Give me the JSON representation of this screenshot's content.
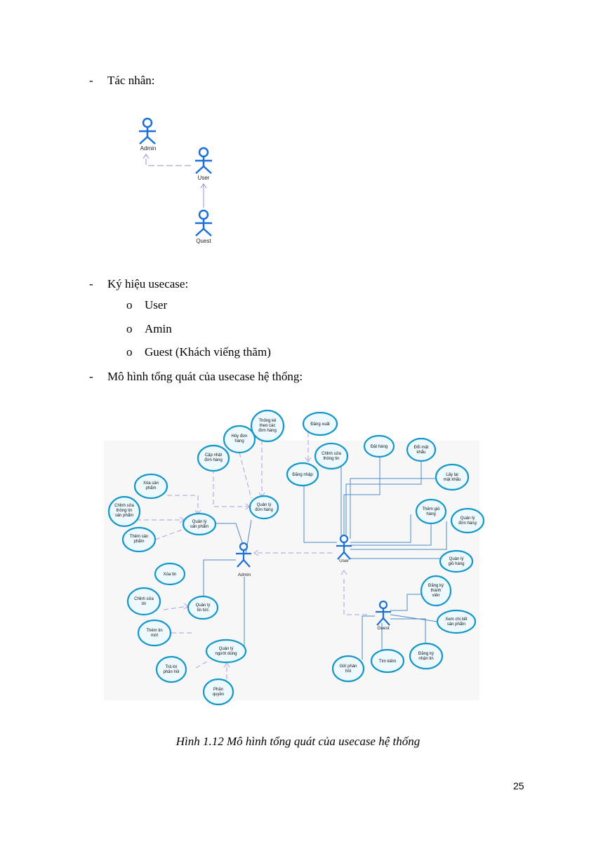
{
  "sections": {
    "actors_heading": "Tác nhân:",
    "usecase_symbols_heading": "Ký hiệu usecase:",
    "usecase_symbols": [
      "User",
      "Amin",
      "Guest (Khách viếng thăm)"
    ],
    "overview_heading": "Mô hình tổng quát của usecase hệ thống:"
  },
  "actors_figure": {
    "admin": "Admin",
    "user": "User",
    "guest": "Quest"
  },
  "diagram": {
    "actors": {
      "admin": "Admin",
      "user": "User",
      "guest": "Guest"
    },
    "usecases": {
      "xoa_san_pham": [
        "Xóa sản",
        "phẩm"
      ],
      "chinh_sua_tt_sp": [
        "Chỉnh sửa",
        "thông tin",
        "sản phẩm"
      ],
      "them_san_pham": [
        "Thêm sản",
        "phẩm"
      ],
      "quan_ly_san_pham": [
        "Quản lý",
        "sản phẩm"
      ],
      "cap_nhat_don_hang": [
        "Cập nhật",
        "đơn hàng"
      ],
      "huy_don_hang": [
        "Hủy đơn",
        "hàng"
      ],
      "thong_ke": [
        "Thống kê",
        "theo các",
        "đơn hàng"
      ],
      "quan_ly_don_hang_admin": [
        "Quản lý",
        "đơn hàng"
      ],
      "xoa_tin": [
        "Xóa tin"
      ],
      "chinh_sua_tin": [
        "Chỉnh sửa",
        "tin"
      ],
      "quan_ly_tin_tuc": [
        "Quản lý",
        "tin tức"
      ],
      "them_tin_moi": [
        "Thêm tin",
        "mới"
      ],
      "quan_ly_nguoi_dung": [
        "Quản lý",
        "người dùng"
      ],
      "tra_loi_phan_hoi": [
        "Trả lời",
        "phản hồi"
      ],
      "phan_quyen": [
        "Phân",
        "quyền"
      ],
      "dang_xuat": [
        "Đăng xuất"
      ],
      "dang_nhap": [
        "Đăng nhập"
      ],
      "chinh_sua_thong_tin": [
        "Chỉnh sửa",
        "thông tin"
      ],
      "dat_hang": [
        "Đặt hàng"
      ],
      "doi_mat_khau": [
        "Đổi mật",
        "khẩu"
      ],
      "lay_lai_mat_khau": [
        "Lấy lại",
        "mật khẩu"
      ],
      "them_gio_hang": [
        "Thêm giỏ",
        "hàng"
      ],
      "quan_ly_don_hang_user": [
        "Quản lý",
        "đơn hàng"
      ],
      "quan_ly_gio_hang": [
        "Quản lý",
        "giỏ hàng"
      ],
      "dang_ky_thanh_vien": [
        "Đăng ký",
        "thành",
        "viên"
      ],
      "xem_chi_tiet_sp": [
        "Xem chi tiết",
        "sản phẩm"
      ],
      "dang_ky_nhan_tin": [
        "Đăng ký",
        "nhận tin"
      ],
      "tim_kiem": [
        "Tìm kiếm"
      ],
      "gui_phan_hoi": [
        "Gửi phản",
        "hồi"
      ]
    }
  },
  "caption": "Hình 1.12 Mô hình tổng quát của usecase hệ thống",
  "page_number": "25"
}
